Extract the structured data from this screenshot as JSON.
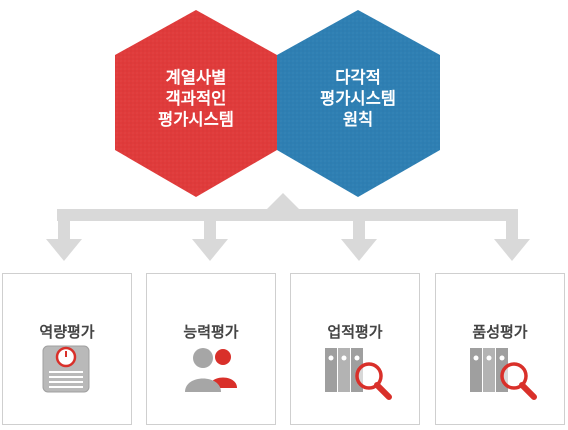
{
  "hexagons": [
    {
      "lines": [
        "계열사별",
        "객과적인",
        "평가시스템"
      ],
      "color": "#e03b3b"
    },
    {
      "lines": [
        "다각적",
        "평가시스템",
        "원칙"
      ],
      "color": "#2e7fb3"
    }
  ],
  "cards": [
    {
      "label": "역량평가",
      "icon": "scale-icon"
    },
    {
      "label": "능력평가",
      "icon": "people-icon"
    },
    {
      "label": "업적평가",
      "icon": "binders-magnifier-icon"
    },
    {
      "label": "품성평가",
      "icon": "binders-magnifier-icon"
    }
  ],
  "colors": {
    "hex_red": "#e03b3b",
    "hex_blue": "#2e7fb3",
    "arrow_gray": "#d9d9d9",
    "card_border": "#cfcfcf",
    "icon_gray": "#a6a6a6",
    "icon_red": "#d9302a"
  }
}
